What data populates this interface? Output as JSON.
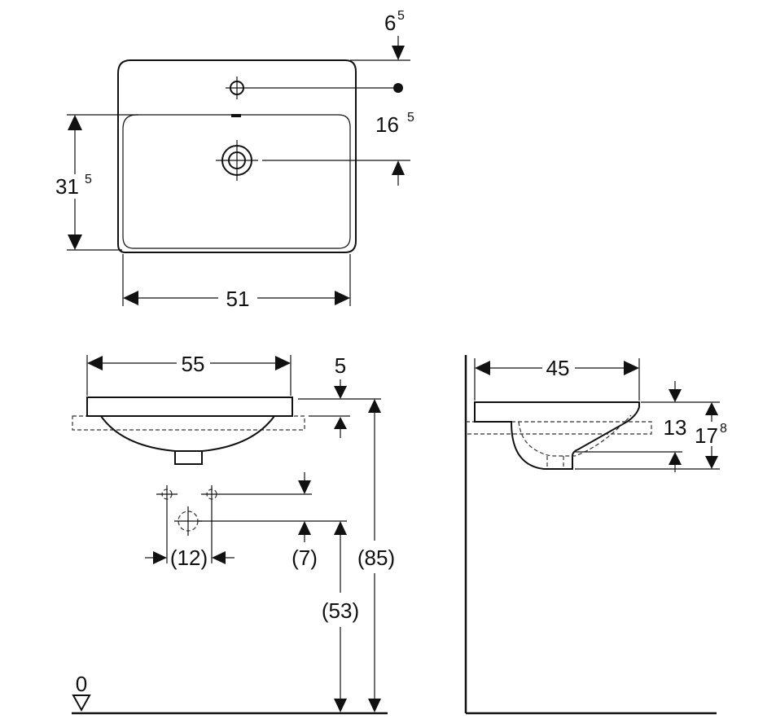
{
  "top_view": {
    "depth_dim": "31",
    "depth_dim_sup": "5",
    "width_dim": "51",
    "tap_offset_dim": "6",
    "tap_offset_sup": "5",
    "tap_drain_dim": "16",
    "tap_drain_sup": "5"
  },
  "front_view": {
    "width_dim": "55",
    "rim_dim": "5",
    "conn_spacing_dim": "(12)",
    "conn_height_dim": "(7)",
    "drain_height_dim": "(53)",
    "total_height_dim": "(85)",
    "floor_label": "0"
  },
  "side_view": {
    "depth_dim": "45",
    "bowl_dim": "13",
    "total_dim": "17",
    "total_sup": "8"
  }
}
